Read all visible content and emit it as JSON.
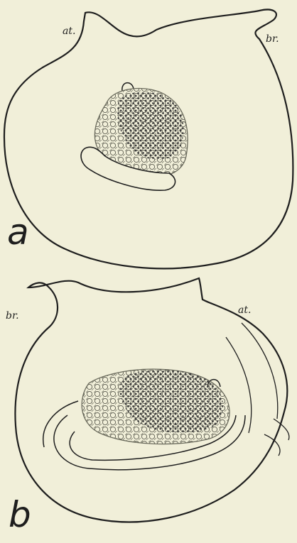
{
  "panel_a": {
    "label": "a",
    "atrial_label": "at.",
    "branchial_label": "br."
  },
  "panel_b": {
    "label": "b",
    "branchial_label": "br.",
    "atrial_label": "at."
  },
  "colors": {
    "background": "#f1efd9",
    "ink": "#1e1e1e",
    "organ_fill": "#dcdcc6",
    "dot": "#3b3b3b"
  }
}
